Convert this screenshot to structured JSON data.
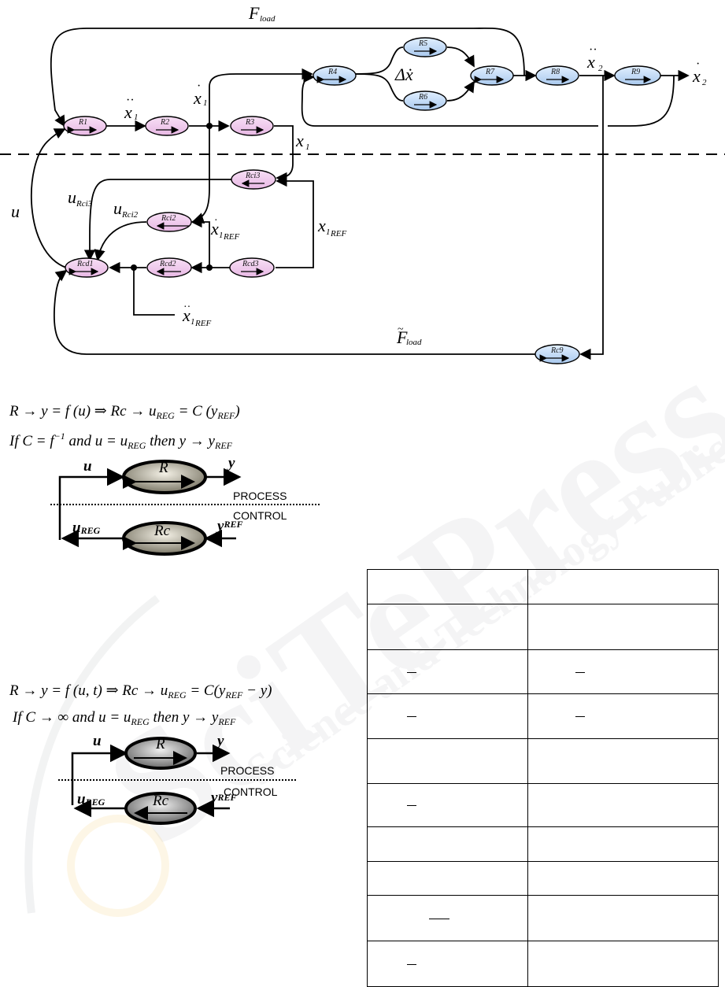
{
  "diagram": {
    "nodes_process": [
      "R1",
      "R2",
      "R3",
      "R4",
      "R5",
      "R6",
      "R7",
      "R8",
      "R9"
    ],
    "nodes_control": [
      "Rci3",
      "Rci2",
      "Rcd1",
      "Rcd2",
      "Rcd3",
      "Rc9"
    ],
    "labels": {
      "F_load": "F",
      "F_load_sub": "load",
      "x1_ddot": "x",
      "x1_dot": "x",
      "x1": "x",
      "x2_ddot": "x",
      "x2_dot": "x",
      "delta_x": "Δẋ",
      "u": "u",
      "u_rci3": "u",
      "u_rci3_sub": "Rci3",
      "u_rci2": "u",
      "u_rci2_sub": "Rci2",
      "x1_dot_ref": "x",
      "x1_ref": "x",
      "x1_ddot_ref": "x",
      "ref_sub": "REF",
      "one": "1",
      "two": "2",
      "Ftilde_load": "F",
      "Ftilde_sub": "load"
    }
  },
  "inversion": {
    "eq1": "R → y = f (u)  ⇒   Rc → u",
    "eq1_sub": "REG",
    "eq1_end": " = C (y",
    "eq1_end_sub": "REF",
    "eq1_close": ")",
    "eq2": "If  C = f",
    "eq2_sup": "−1",
    "eq2_mid": "  and  u = u",
    "eq2_mid_sub": "REG",
    "eq2_end": "  then  y → y",
    "eq2_end_sub": "REF",
    "u": "u",
    "y": "y",
    "R": "R",
    "Rc": "Rc",
    "u_reg": "u",
    "reg_sub": "REG",
    "y_ref": "y",
    "ref_sub": "REF",
    "process": "PROCESS",
    "control": "CONTROL"
  },
  "feedback": {
    "eq1": "R → y = f (u, t)  ⇒    Rc → u",
    "eq1_sub": "REG",
    "eq1_end": " = C(y",
    "eq1_end_sub": "REF",
    "eq1_close": " − y)",
    "eq2": "If  C → ∞ and u = u",
    "eq2_sub": "REG",
    "eq2_end": "  then  y → y",
    "eq2_end_sub": "REF",
    "u": "u",
    "y": "y",
    "R": "R",
    "Rc": "Rc",
    "u_reg": "u",
    "reg_sub": "REG",
    "y_ref": "y",
    "ref_sub": "REF",
    "process": "PROCESS",
    "control": "CONTROL"
  },
  "table": {
    "rows": 10,
    "cols": 2
  }
}
